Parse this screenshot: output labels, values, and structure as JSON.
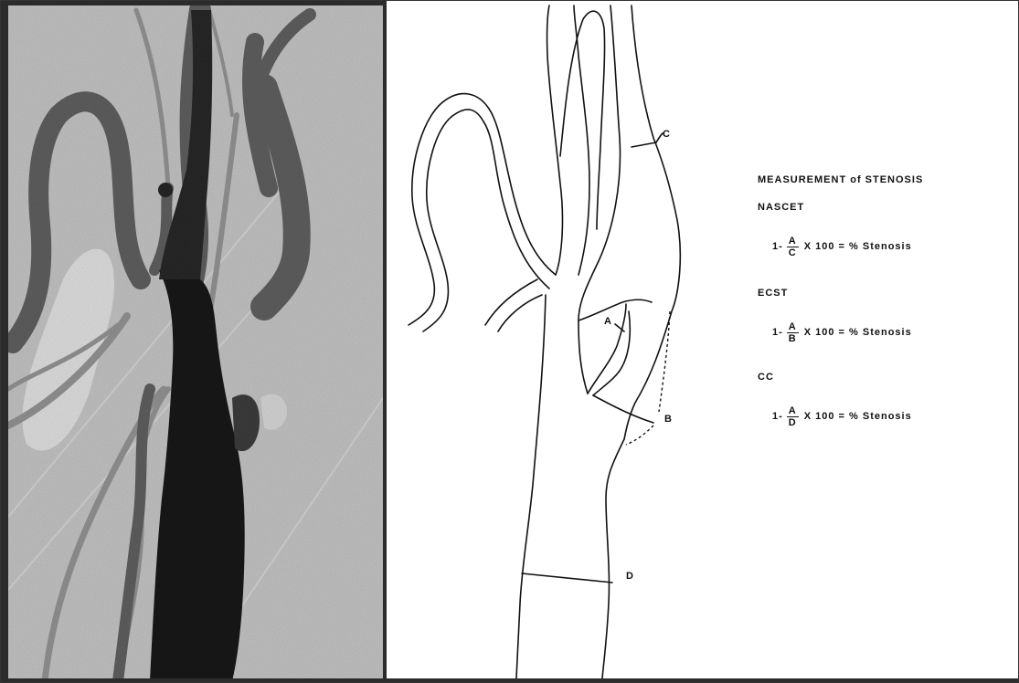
{
  "diagram": {
    "point_labels": {
      "a": "A",
      "b": "B",
      "c": "C",
      "d": "D"
    }
  },
  "measurement": {
    "title": "MEASUREMENT of STENOSIS",
    "methods": [
      {
        "name": "NASCET",
        "prefix": "1-",
        "numerator": "A",
        "denominator": "C",
        "suffix": "X 100 = % Stenosis"
      },
      {
        "name": "ECST",
        "prefix": "1-",
        "numerator": "A",
        "denominator": "B",
        "suffix": "X 100 = % Stenosis"
      },
      {
        "name": "CC",
        "prefix": "1-",
        "numerator": "A",
        "denominator": "D",
        "suffix": "X 100 = % Stenosis"
      }
    ]
  },
  "colors": {
    "angiogram_background": "#b9b9b9",
    "contrast_vessel": "#1a1a1a",
    "outline": "#111111"
  }
}
